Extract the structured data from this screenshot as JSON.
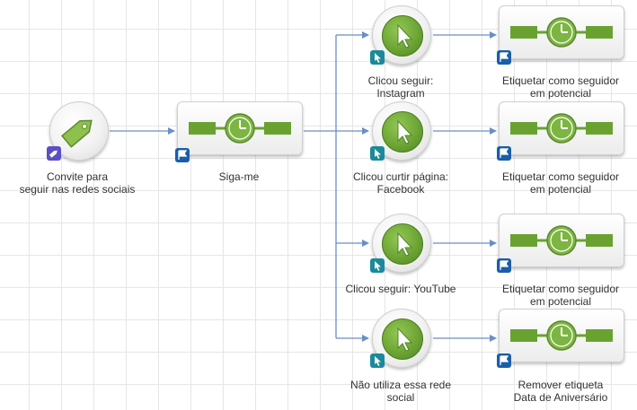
{
  "nodes": {
    "invite": {
      "label_line1": "Convite para",
      "label_line2": "seguir nas redes sociais"
    },
    "follow": {
      "label": "Siga-me"
    },
    "instagram": {
      "label_line1": "Clicou seguir:",
      "label_line2": "Instagram"
    },
    "facebook": {
      "label_line1": "Clicou curtir página:",
      "label_line2": "Facebook"
    },
    "youtube": {
      "label": "Clicou seguir: YouTube"
    },
    "none": {
      "label_line1": "Não utiliza essa rede",
      "label_line2": "social"
    },
    "tag1": {
      "label_line1": "Etiquetar como seguidor",
      "label_line2": "em potencial"
    },
    "tag2": {
      "label_line1": "Etiquetar como seguidor",
      "label_line2": "em potencial"
    },
    "tag3": {
      "label_line1": "Etiquetar como seguidor",
      "label_line2": "em potencial"
    },
    "remove": {
      "label_line1": "Remover etiqueta",
      "label_line2": "Data de Aniversário"
    }
  },
  "icons": {
    "trigger": "tag-icon",
    "wait": "timer-icon",
    "click": "cursor-click-icon",
    "badge_trigger": "tag-badge-icon",
    "badge_flag": "flag-badge-icon",
    "badge_click": "cursor-badge-icon"
  },
  "colors": {
    "wire": "#6a8ec8",
    "green": "#6aa232",
    "flag_badge": "#1a5ea8",
    "click_badge": "#1a8a9a",
    "tag_badge": "#5b4fc4"
  }
}
